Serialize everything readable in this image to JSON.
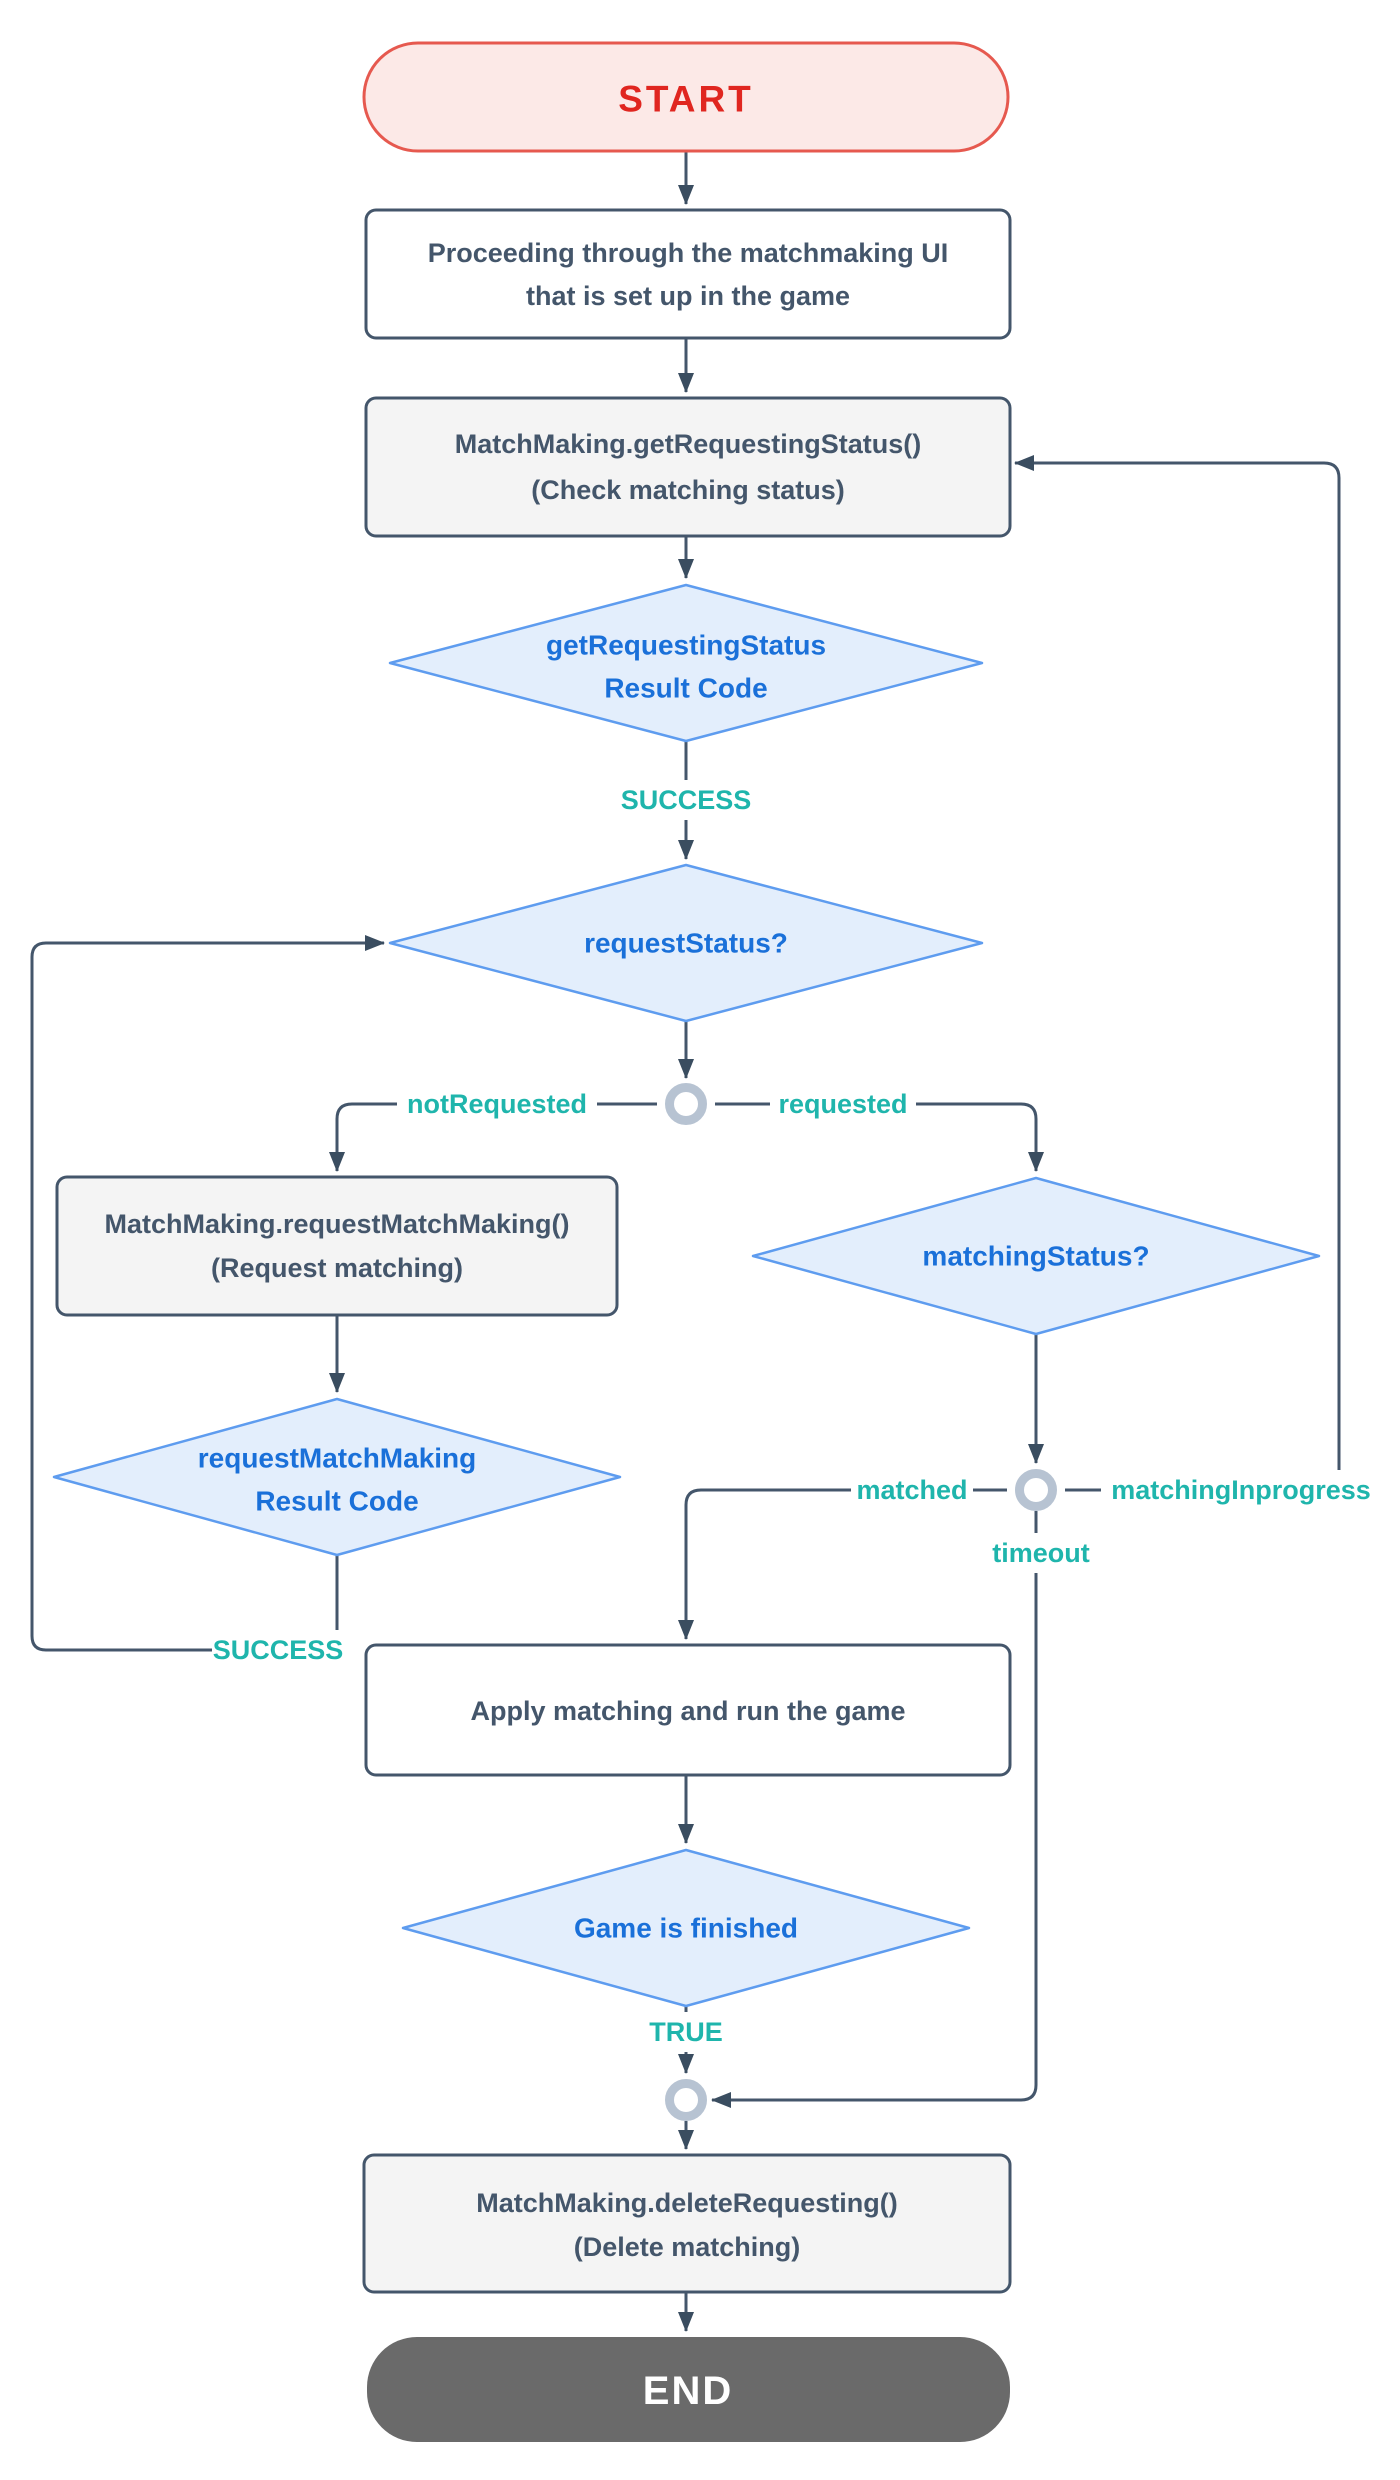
{
  "diagram": "matchmaking-flowchart",
  "colors": {
    "edge_slate": "#44566B",
    "box_gray_fill": "#F4F4F4",
    "box_white_fill": "#FFFFFF",
    "diamond_fill": "#E3EEFC",
    "diamond_border": "#5E9CEF",
    "diamond_text": "#1A70D9",
    "edge_label_teal": "#1FB5AC",
    "start_fill": "#FCE9E7",
    "start_border": "#E6594F",
    "start_text": "#E02620",
    "end_fill": "#6A6A6A",
    "end_text": "#FFFFFF",
    "connector_ring": "#B7C3D2"
  },
  "nodes": {
    "start": {
      "label": "START"
    },
    "proceed": {
      "line1": "Proceeding through the matchmaking UI",
      "line2": "that is set up in the game"
    },
    "get_status": {
      "line1": "MatchMaking.getRequestingStatus()",
      "line2": "(Check matching status)"
    },
    "get_status_result": {
      "line1": "getRequestingStatus",
      "line2": "Result Code"
    },
    "request_status": {
      "label": "requestStatus?"
    },
    "request_matchmaking": {
      "line1": "MatchMaking.requestMatchMaking()",
      "line2": "(Request matching)"
    },
    "request_matchmaking_result": {
      "line1": "requestMatchMaking",
      "line2": "Result Code"
    },
    "matching_status": {
      "label": "matchingStatus?"
    },
    "apply_matching": {
      "label": "Apply matching and run the game"
    },
    "game_finished": {
      "label": "Game is finished"
    },
    "delete_requesting": {
      "line1": "MatchMaking.deleteRequesting()",
      "line2": "(Delete matching)"
    },
    "end": {
      "label": "END"
    }
  },
  "edge_labels": {
    "success_top": "SUCCESS",
    "success_loop": "SUCCESS",
    "not_requested": "notRequested",
    "requested": "requested",
    "matched": "matched",
    "matching_inprogress": "matchingInprogress",
    "timeout": "timeout",
    "true_label": "TRUE"
  }
}
